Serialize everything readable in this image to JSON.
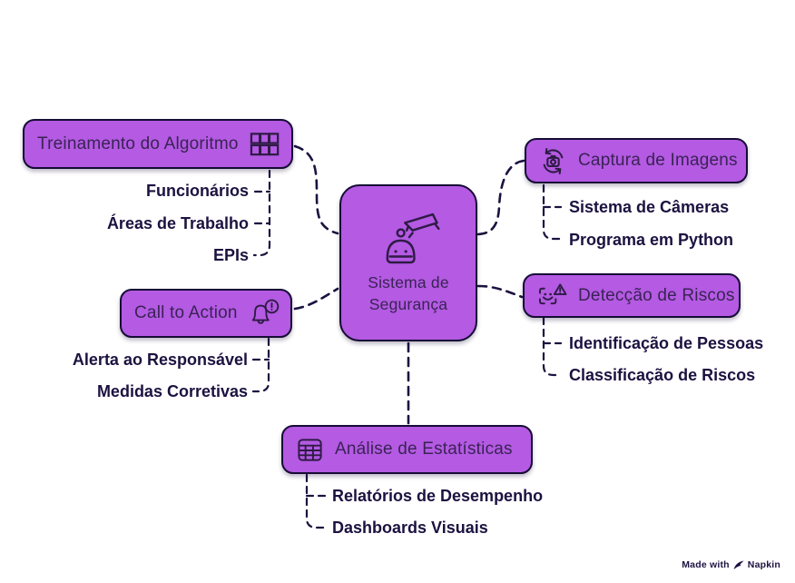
{
  "diagram": {
    "central": {
      "label": "Sistema de Segurança",
      "icon": "robot-security-camera-icon"
    },
    "branches": [
      {
        "label": "Treinamento do Algoritmo",
        "icon": "grid-table-icon",
        "children": [
          "Funcionários",
          "Áreas de Trabalho",
          "EPIs"
        ]
      },
      {
        "label": "Captura de Imagens",
        "icon": "camera-rotate-icon",
        "children": [
          "Sistema de Câmeras",
          "Programa em Python"
        ]
      },
      {
        "label": "Detecção de Riscos",
        "icon": "face-scan-warning-icon",
        "children": [
          "Identificação de Pessoas",
          "Classificação de Riscos"
        ]
      },
      {
        "label": "Call to Action",
        "icon": "bell-alert-icon",
        "children": [
          "Alerta ao Responsável",
          "Medidas Corretivas"
        ]
      },
      {
        "label": "Análise de Estatísticas",
        "icon": "spreadsheet-icon",
        "children": [
          "Relatórios de Desempenho",
          "Dashboards Visuais"
        ]
      }
    ],
    "colors": {
      "node_fill": "#b45ae3",
      "node_border": "#160c35",
      "node_text": "#3a2355",
      "leaf_text": "#1c1240",
      "connector": "#1c1240",
      "background": "#ffffff"
    }
  },
  "watermark": {
    "prefix": "Made with",
    "brand": "Napkin",
    "icon": "pen-nib-icon"
  }
}
